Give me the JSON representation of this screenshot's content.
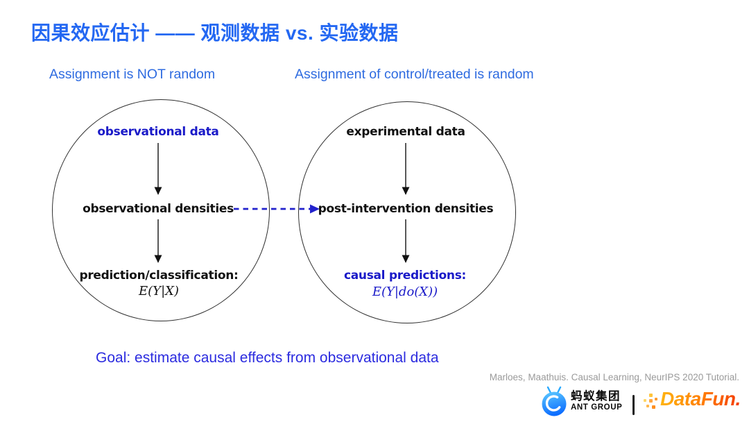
{
  "slide": {
    "title": "因果效应估计 —— 观测数据 vs. 实验数据",
    "goal": "Goal: estimate causal effects from observational data",
    "citation": "Marloes, Maathuis. Causal Learning, NeurIPS 2020 Tutorial."
  },
  "labels": {
    "left": "Assignment is NOT random",
    "right": "Assignment of control/treated is random"
  },
  "left_circle": {
    "top": "observational data",
    "middle": "observational densities",
    "bottom_title": "prediction/classification:",
    "bottom_formula": "E(Y|X)"
  },
  "right_circle": {
    "top": "experimental data",
    "middle": "post-intervention densities",
    "bottom_title": "causal predictions:",
    "bottom_formula": "E(Y|do(X))"
  },
  "footer": {
    "ant_group_cn": "蚂蚁集团",
    "ant_group_en": "ANT GROUP",
    "separator": "|",
    "datafun": "DataFun."
  },
  "icons": {
    "ant_group_logo": "blue-ant-head-circle-with-antennae",
    "datafun_dots": "orange-pixel-cluster"
  },
  "colors": {
    "title_blue": "#2468F2",
    "label_blue": "#2E6BE0",
    "diagram_navy": "#1A1AC8",
    "goal_blue": "#2B2BDF",
    "dashed_arrow_blue": "#2222CC",
    "circle_stroke": "#2e2e2e",
    "citation_gray": "#9A9A9A",
    "ant_blue_top": "#5ECBFF",
    "ant_blue_bottom": "#0D6EFF",
    "datafun_gradient_start": "#FFB412",
    "datafun_gradient_end": "#F43B00"
  }
}
